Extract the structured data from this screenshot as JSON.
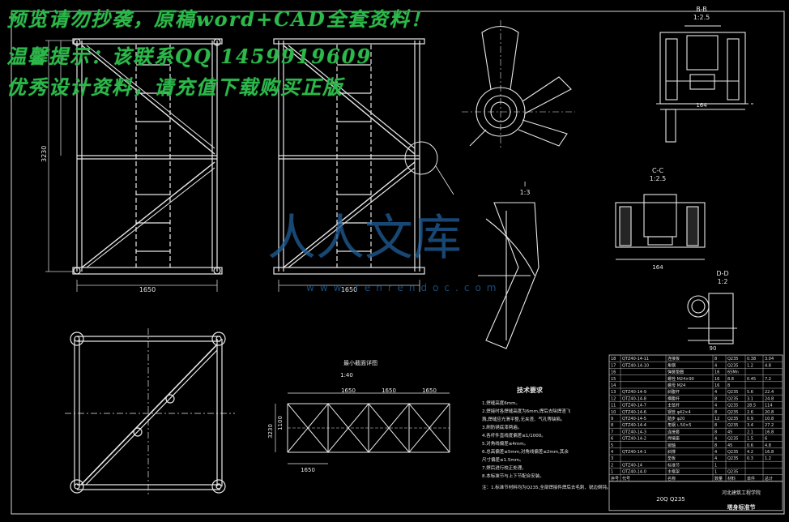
{
  "watermark": {
    "line1": "预览请勿抄袭，原稿word+CAD全套资料！",
    "line2": "温馨提示：该联系QQ 1459919609",
    "line3": "优秀设计资料，请充值下载购买正版"
  },
  "logo": {
    "text": "人人文库",
    "url": "www.renrendoc.com"
  },
  "views": {
    "section_b": {
      "label": "B-B",
      "scale": "1:2.5"
    },
    "section_c": {
      "label": "C-C",
      "scale": "1:2.5"
    },
    "section_d": {
      "label": "D-D",
      "scale": "1:2"
    },
    "detail_1": {
      "label": "I",
      "scale": "1:3"
    },
    "weld_grid": {
      "title": "最小截面详图",
      "scale": "1:40"
    }
  },
  "dimensions": {
    "elev_left_width": "1650",
    "elev_mid_width": "1650",
    "elev_height": "3230",
    "grid_span1": "1650",
    "grid_span2": "1650",
    "grid_span3": "1650",
    "grid_bottom": "1650",
    "grid_height": "3230",
    "grid_sub": "1100",
    "b_width": "164",
    "c_width": "164",
    "d_width": "90"
  },
  "tech_req": {
    "title": "技术要求",
    "lines": [
      "1.焊缝高度6mm。",
      "2.焊接时各焊缝高度为6mm,焊后去除焊渣飞",
      "溅,焊缝应光滑平整,无夹渣、气孔等缺陷。",
      "3.刷防锈底漆两遍。",
      "4.各杆件直线度偏差≤1/1000。",
      "5.对角线偏差≤4mm。",
      "6.总高偏差≤5mm,对角线偏差≤2mm,其余",
      "尺寸偏差≤1.5mm。",
      "7.焊后进行校正处理。",
      "8.本标准节与上下节配合安装。"
    ],
    "note": "注：1.标准节材料均为Q235,全部焊接件焊后去毛刺、锐边倒钝。"
  },
  "bom": {
    "rows": [
      [
        "18",
        "QTZ40-14-11",
        "连接板",
        "8",
        "Q235",
        "0.38",
        "3.04"
      ],
      [
        "17",
        "QTZ40-14-10",
        "角钢",
        "4",
        "Q235",
        "1.2",
        "4.8"
      ],
      [
        "16",
        "",
        "弹簧垫圈",
        "16",
        "65Mn",
        "",
        ""
      ],
      [
        "15",
        "",
        "螺栓 M24×90",
        "16",
        "8.8",
        "0.45",
        "7.2"
      ],
      [
        "14",
        "",
        "螺母 M24",
        "16",
        "8",
        "",
        ""
      ],
      [
        "13",
        "QTZ40-14-9",
        "斜腹杆",
        "4",
        "Q235",
        "5.6",
        "22.4"
      ],
      [
        "12",
        "QTZ40-14-8",
        "横腹杆",
        "8",
        "Q235",
        "3.1",
        "24.8"
      ],
      [
        "11",
        "QTZ40-14-7",
        "主弦杆",
        "4",
        "Q235",
        "28.5",
        "114"
      ],
      [
        "10",
        "QTZ40-14-6",
        "钢管 φ42×4",
        "8",
        "Q235",
        "2.6",
        "20.8"
      ],
      [
        "9",
        "QTZ40-14-5",
        "踏步 φ20",
        "12",
        "Q235",
        "0.9",
        "10.8"
      ],
      [
        "8",
        "QTZ40-14-4",
        "角钢 ∟50×5",
        "8",
        "Q235",
        "3.4",
        "27.2"
      ],
      [
        "7",
        "QTZ40-14-3",
        "连接套",
        "8",
        "45",
        "2.1",
        "16.8"
      ],
      [
        "6",
        "QTZ40-14-2",
        "焊接座",
        "4",
        "Q235",
        "1.5",
        "6"
      ],
      [
        "5",
        "",
        "销轴",
        "8",
        "45",
        "0.6",
        "4.8"
      ],
      [
        "4",
        "QTZ40-14-1",
        "斜撑",
        "4",
        "Q235",
        "4.2",
        "16.8"
      ],
      [
        "3",
        "",
        "垫板",
        "4",
        "Q235",
        "0.3",
        "1.2"
      ],
      [
        "2",
        "QTZ40-14",
        "标准节",
        "1",
        "",
        "",
        ""
      ],
      [
        "1",
        "QTZ40-14-0",
        "主框架",
        "1",
        "Q235",
        "",
        ""
      ]
    ],
    "header": [
      "序号",
      "代号",
      "名称",
      "数量",
      "材料",
      "单件",
      "总计"
    ],
    "material": "20Q Q235",
    "unit": "河北建筑工程学院",
    "drawing_name": "塔身标准节"
  }
}
